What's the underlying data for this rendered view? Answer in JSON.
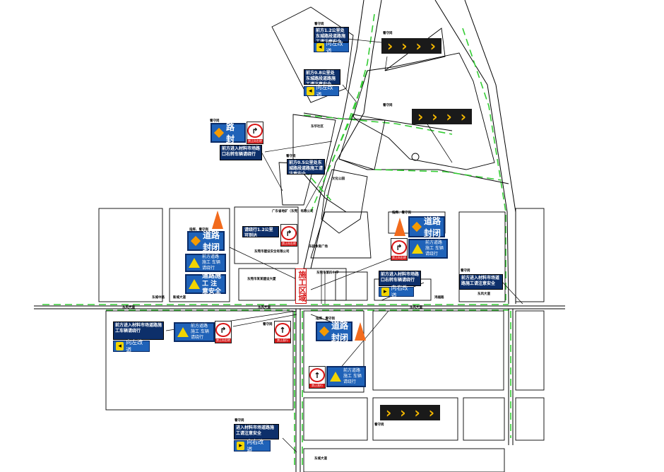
{
  "map": {
    "labels": {
      "work_area": "施工区域",
      "guard_1": "看守岗",
      "guard_2": "看守岗",
      "guard_3": "看守岗",
      "guard_4": "看守岗",
      "guard_5": "看守岗",
      "guard_6": "看守岗",
      "guard_7": "看守岗",
      "guard_8": "看守岗",
      "guard_9": "看守岗",
      "sign_guard_1": "指挥、看守岗",
      "sign_guard_2": "指挥、看守岗",
      "sign_guard_3": "指挥、看守岗",
      "road_a": "东风大道",
      "road_b": "东风大道",
      "road_c": "东风大道",
      "road_d": "东风大道",
      "square": "乐园体育广场",
      "company_1": "广东省地矿（东莞）有限公司",
      "company_2": "东莞市建设安全有限公司",
      "school": "东莞市第四中学",
      "park_1": "文化公园",
      "building_1": "东莞市某某建设大厦",
      "street_1": "东城中路",
      "street_2": "新城大道",
      "street_3": "鸿福路",
      "street_4": "东华社区",
      "street_5": "东城大道"
    },
    "signs": {
      "note_1": "前方1.2公里处东城路段道路施工请注意安全",
      "note_2": "前方0.8公里处东城路段道路施工请注意安全",
      "note_3": "前方进入材料市场路口右转车辆请绕行",
      "note_4": "前方0.5公里处东城路段道路施工请注意安全",
      "note_5": "请绕行1.2公里可到达",
      "note_6": "前方进入材料市场路口右转车辆请绕行",
      "note_7": "前方进入材料市场道路施工请注意安全",
      "note_8": "前方进入材料市场道路施工车辆请绕行",
      "note_9": "进入材料市场道路施工请注意安全",
      "detour_left": "向左改道",
      "detour_left_2": "向左改道",
      "detour_left_3": "向左改道",
      "detour_right": "向右改道",
      "detour_right_2": "向右改道",
      "road_closed": "道路封闭",
      "road_closed_2": "道路封闭",
      "road_closed_3": "道路封闭",
      "road_closed_4": "道路封闭",
      "works_ahead": "前方道路施工 车辆请绕行",
      "works_ahead_2": "前方道路施工 车辆请绕行",
      "works_ahead_3": "前方道路施工 车辆请绕行",
      "works_ahead_4": "前方道路施工 车辆请绕行",
      "works_safety": "道路施工 注意安全",
      "no_turn_caption": "禁止向右转",
      "no_straight_caption": "禁止直行"
    }
  }
}
